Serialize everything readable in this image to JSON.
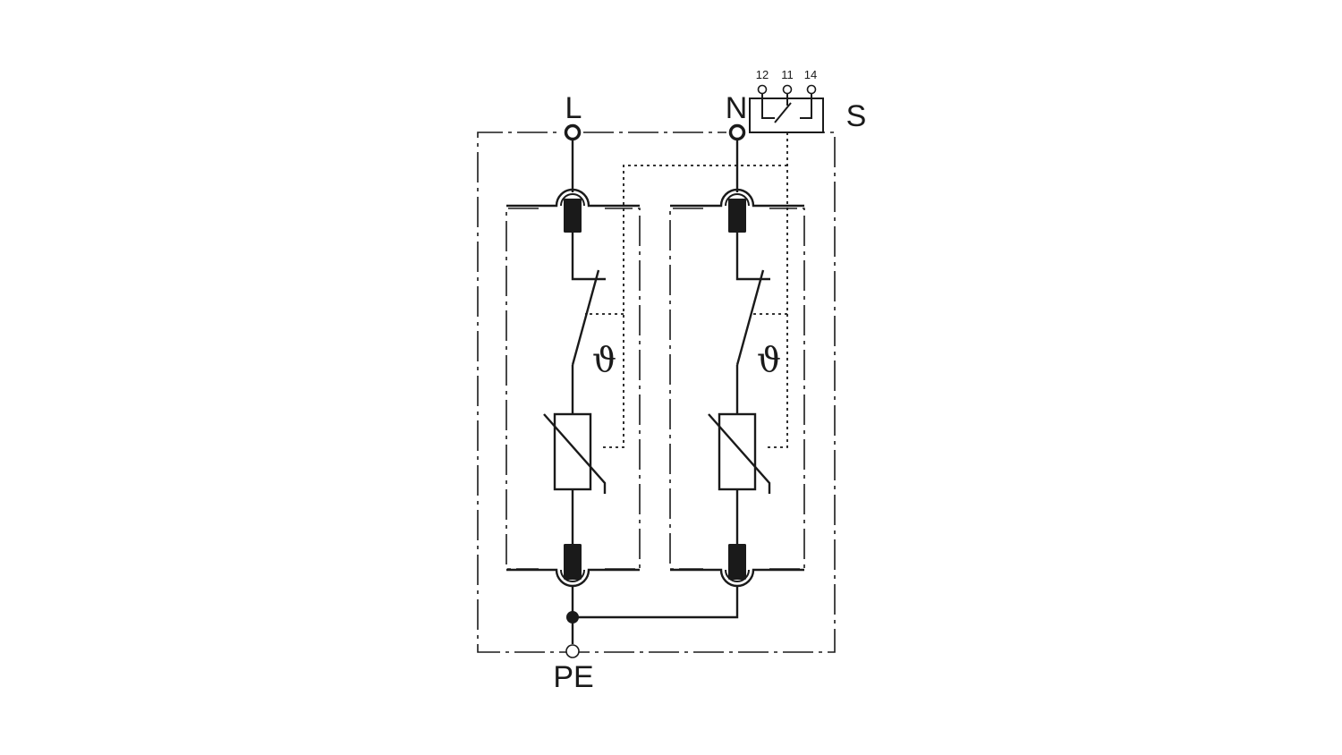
{
  "diagram": {
    "terminals": {
      "line": "L",
      "neutral": "N",
      "protective_earth": "PE",
      "signal": "S"
    },
    "aux_contacts": [
      "12",
      "11",
      "14"
    ],
    "thermal_symbol": "ϑ",
    "colors": {
      "stroke": "#1a1a1a",
      "background": "#ffffff"
    }
  }
}
